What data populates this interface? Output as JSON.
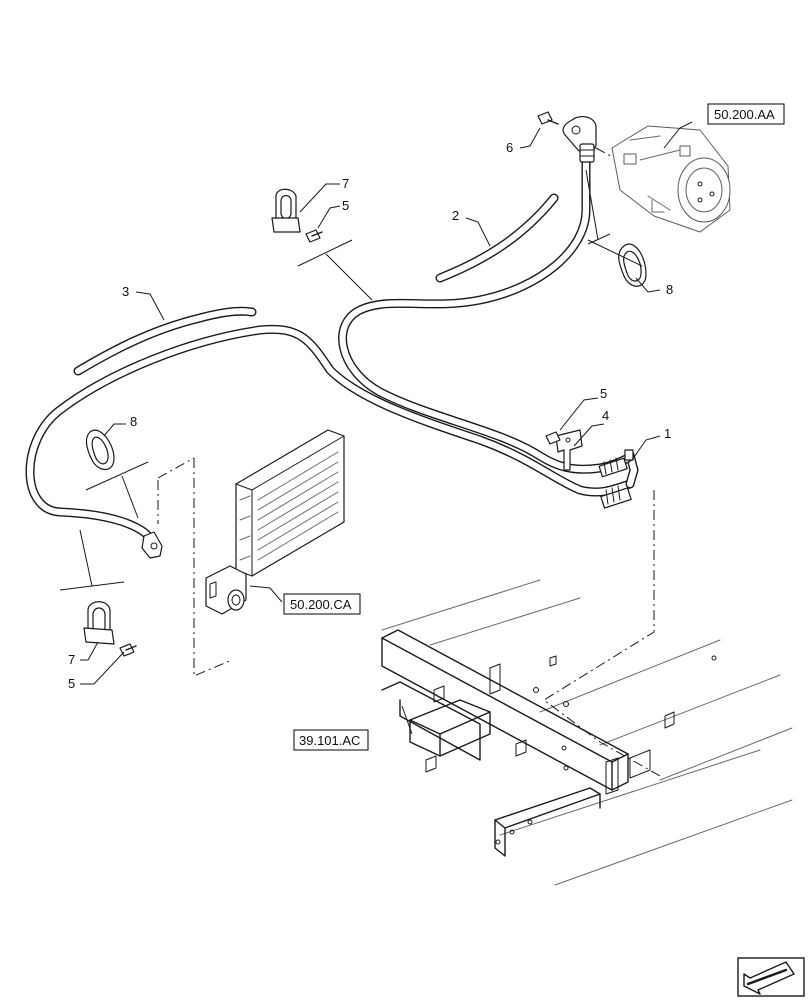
{
  "callouts": {
    "item_1": "1",
    "item_2": "2",
    "item_3": "3",
    "item_4": "4",
    "item_5_top": "5",
    "item_5_mid": "5",
    "item_5_bottom": "5",
    "item_6": "6",
    "item_7_top": "7",
    "item_7_bottom": "7",
    "item_8_right": "8",
    "item_8_left": "8"
  },
  "references": {
    "compressor": "50.200.AA",
    "evaporator": "50.200.CA",
    "frame": "39.101.AC"
  },
  "nav_icon": "next-page-arrow-icon"
}
